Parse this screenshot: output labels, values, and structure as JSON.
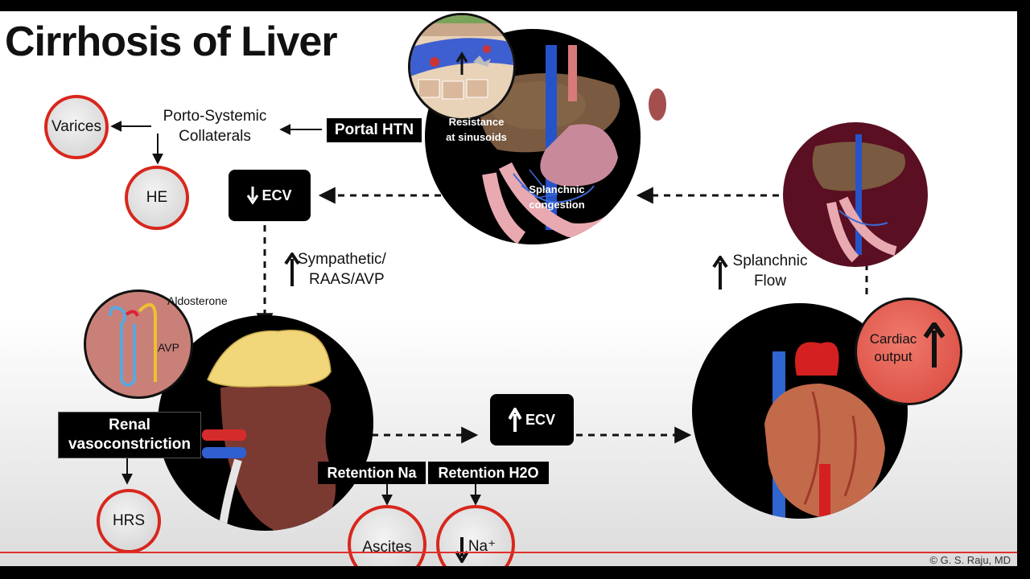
{
  "title": "Cirrhosis of Liver",
  "nodes": {
    "varices": "Varices",
    "porto_line1": "Porto-Systemic",
    "porto_line2": "Collaterals",
    "portal_htn": "Portal HTN",
    "he": "HE",
    "ecv_down": "ECV",
    "sympathetic_line1": "Sympathetic/",
    "sympathetic_line2": "RAAS/AVP",
    "resistance_line1": "Resistance",
    "resistance_line2": "at sinusoids",
    "splanchnic_cong_line1": "Splanchnic",
    "splanchnic_cong_line2": "congestion",
    "splanchnic_flow_line1": "Splanchnic",
    "splanchnic_flow_line2": "Flow",
    "aldosterone": "Aldosterone",
    "avp": "AVP",
    "cardiac_line1": "Cardiac",
    "cardiac_line2": "output",
    "renal_line1": "Renal",
    "renal_line2": "vasoconstriction",
    "hrs": "HRS",
    "ecv_up": "ECV",
    "retention_na": "Retention Na",
    "retention_h2o": "Retention H2O",
    "ascites": "Ascites",
    "na_plus": "Na⁺"
  },
  "copyright": "© G. S. Raju, MD",
  "colors": {
    "ring": "#d8261c",
    "accent_red": "#e0302a"
  }
}
